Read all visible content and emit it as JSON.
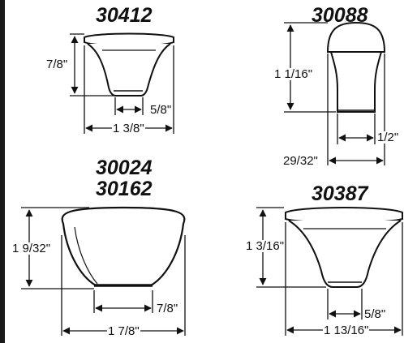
{
  "colors": {
    "ink": "#111111",
    "fill": "#ffffff",
    "edge_bar": "#1a1a1a"
  },
  "knobs": [
    {
      "part_number": "30412",
      "height": "7/8\"",
      "base_width": "5/8\"",
      "overall_width": "1 3/8\""
    },
    {
      "part_number": "30088",
      "height": "1 1/16\"",
      "base_width": "1/2\"",
      "overall_width": "29/32\""
    },
    {
      "part_number_line1": "30024",
      "part_number_line2": "30162",
      "height": "1 9/32\"",
      "base_width": "7/8\"",
      "overall_width": "1 7/8\""
    },
    {
      "part_number": "30387",
      "height": "1 3/16\"",
      "base_width": "5/8\"",
      "overall_width": "1 13/16\""
    }
  ]
}
